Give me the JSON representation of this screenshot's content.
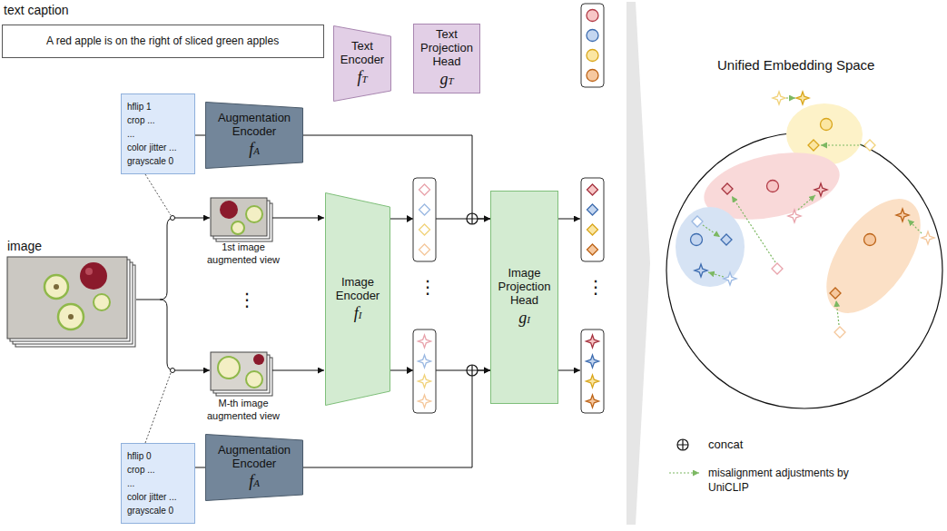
{
  "diagram": {
    "nodes": [
      {
        "text": [
          "text caption",
          "A red apple is on the right of sliced green apples"
        ]
      },
      {
        "text": [
          "Text Encoder",
          "fT"
        ]
      },
      {
        "text": [
          "Text Projection Head",
          "gT"
        ]
      },
      {
        "text": [
          "hflip 1",
          "crop ...",
          "...",
          "color jitter ...",
          "grayscale 0"
        ]
      },
      {
        "text": [
          "Augmentation Encoder",
          "fA"
        ]
      },
      {
        "text": [
          "Image Encoder",
          "fI"
        ]
      },
      {
        "text": [
          "Image Projection Head",
          "gI"
        ]
      },
      {
        "text": [
          "Augmentation Encoder",
          "fA"
        ]
      },
      {
        "text": [
          "hflip 0",
          "crop ...",
          "...",
          "color jitter ...",
          "grayscale 0"
        ]
      }
    ],
    "edges": [
      {
        "from": 3,
        "to": 4,
        "arrow": "none"
      },
      {
        "from": 4,
        "to": 6,
        "arrow": "to"
      },
      {
        "from": 5,
        "to": 6,
        "arrow": "to"
      },
      {
        "from": 5,
        "to": 6,
        "arrow": "to"
      },
      {
        "from": 7,
        "to": 6,
        "arrow": "to"
      },
      {
        "from": 8,
        "to": 7,
        "arrow": "none"
      }
    ],
    "labels": [
      "image",
      "1st image augmented view",
      "⋮",
      "M-th image augmented view",
      "⋮",
      "⋮",
      "Unified Embedding Space"
    ],
    "legend": [
      {
        "text": "concat"
      },
      {
        "text": "misalignment adjustments by UniCLIP"
      }
    ]
  }
}
